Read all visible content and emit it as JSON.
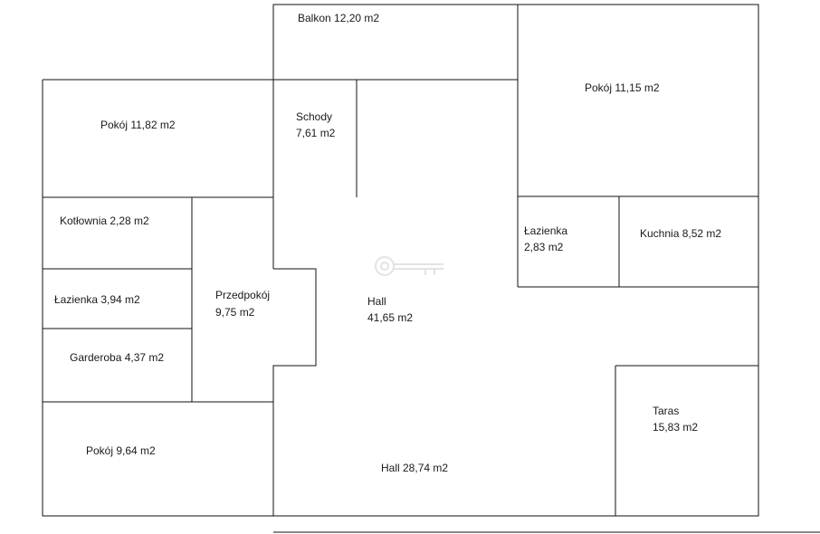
{
  "plan": {
    "rooms": [
      {
        "id": "balkon",
        "lines": [
          "Balkon 12,20 m2"
        ]
      },
      {
        "id": "pokoj-top-right",
        "lines": [
          "Pokój 11,15 m2"
        ]
      },
      {
        "id": "pokoj-top-left",
        "lines": [
          "Pokój 11,82 m2"
        ]
      },
      {
        "id": "schody",
        "lines": [
          "Schody",
          "7,61 m2"
        ]
      },
      {
        "id": "kotlownia",
        "lines": [
          "Kotłownia 2,28 m2"
        ]
      },
      {
        "id": "lazienka-left",
        "lines": [
          "Łazienka 3,94 m2"
        ]
      },
      {
        "id": "garderoba",
        "lines": [
          "Garderoba 4,37 m2"
        ]
      },
      {
        "id": "przedpokoj",
        "lines": [
          "Przedpokój",
          "9,75 m2"
        ]
      },
      {
        "id": "hall-center",
        "lines": [
          "Hall",
          "41,65 m2"
        ]
      },
      {
        "id": "lazienka-right",
        "lines": [
          "Łazienka",
          "2,83 m2"
        ]
      },
      {
        "id": "kuchnia",
        "lines": [
          "Kuchnia 8,52 m2"
        ]
      },
      {
        "id": "taras",
        "lines": [
          "Taras",
          "15,83 m2"
        ]
      },
      {
        "id": "pokoj-bottom-left",
        "lines": [
          "Pokój 9,64 m2"
        ]
      },
      {
        "id": "hall-bottom",
        "lines": [
          "Hall 28,74 m2"
        ]
      }
    ],
    "colors": {
      "walls": "#111111",
      "text": "#1a1a1a",
      "background": "#ffffff",
      "watermark": "#e3e3e3"
    },
    "watermark_icon": "key-icon"
  }
}
